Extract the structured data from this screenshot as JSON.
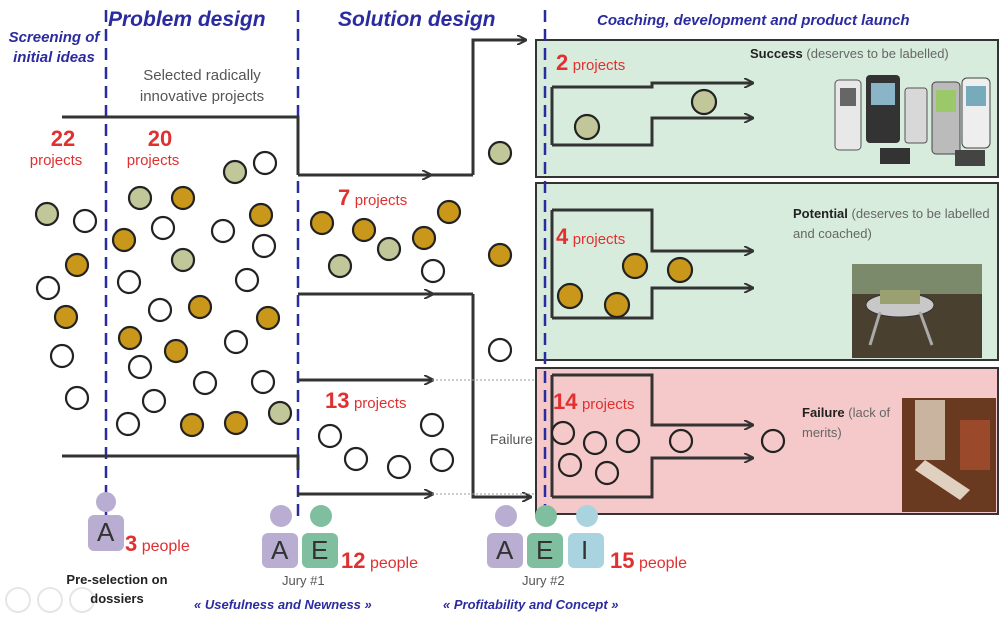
{
  "phases": {
    "screening": "Screening of initial ideas",
    "problem": "Problem design",
    "solution": "Solution design",
    "coaching": "Coaching, development and product launch"
  },
  "labels": {
    "selected": "Selected radically innovative projects",
    "failure_mid": "Failure"
  },
  "counts": {
    "c22": {
      "num": "22",
      "unit": "projects"
    },
    "c20": {
      "num": "20",
      "unit": "projects"
    },
    "c7": {
      "num": "7",
      "unit": "projects"
    },
    "c13": {
      "num": "13",
      "unit": "projects"
    },
    "c2": {
      "num": "2",
      "unit": "projects"
    },
    "c4": {
      "num": "4",
      "unit": "projects"
    },
    "c14": {
      "num": "14",
      "unit": "projects"
    }
  },
  "outcomes": {
    "success": {
      "bold": "Success",
      "rest": "(deserves to be labelled)"
    },
    "potential": {
      "bold": "Potential",
      "rest": "(deserves to be labelled and coached)"
    },
    "failure": {
      "bold": "Failure",
      "rest": "(lack of merits)"
    }
  },
  "juries": {
    "preselection": {
      "letters": [
        "A"
      ],
      "num": "3",
      "unit": "people",
      "caption": "Pre-selection on dossiers"
    },
    "jury1": {
      "letters": [
        "A",
        "E"
      ],
      "num": "12",
      "unit": "people",
      "caption": "Jury #1",
      "criteria": "« Usefulness and Newness »"
    },
    "jury2": {
      "letters": [
        "A",
        "E",
        "I"
      ],
      "num": "15",
      "unit": "people",
      "caption": "Jury #2",
      "criteria": "« Profitability and Concept »"
    }
  },
  "colors": {
    "accent_blue": "#2b2ba0",
    "count_red": "#e03030",
    "gold_circle": "#c9971a",
    "sage_circle": "#c2c79a",
    "success_bg": "#d7ecdd",
    "failure_bg": "#f5c9c9",
    "avatar_A": "#b9aed2",
    "avatar_E": "#7fbf9f",
    "avatar_I": "#a9d3df"
  },
  "icons": [
    "phone-icon",
    "table-lamp-icon",
    "hand-tool-icon",
    "person-icon"
  ]
}
